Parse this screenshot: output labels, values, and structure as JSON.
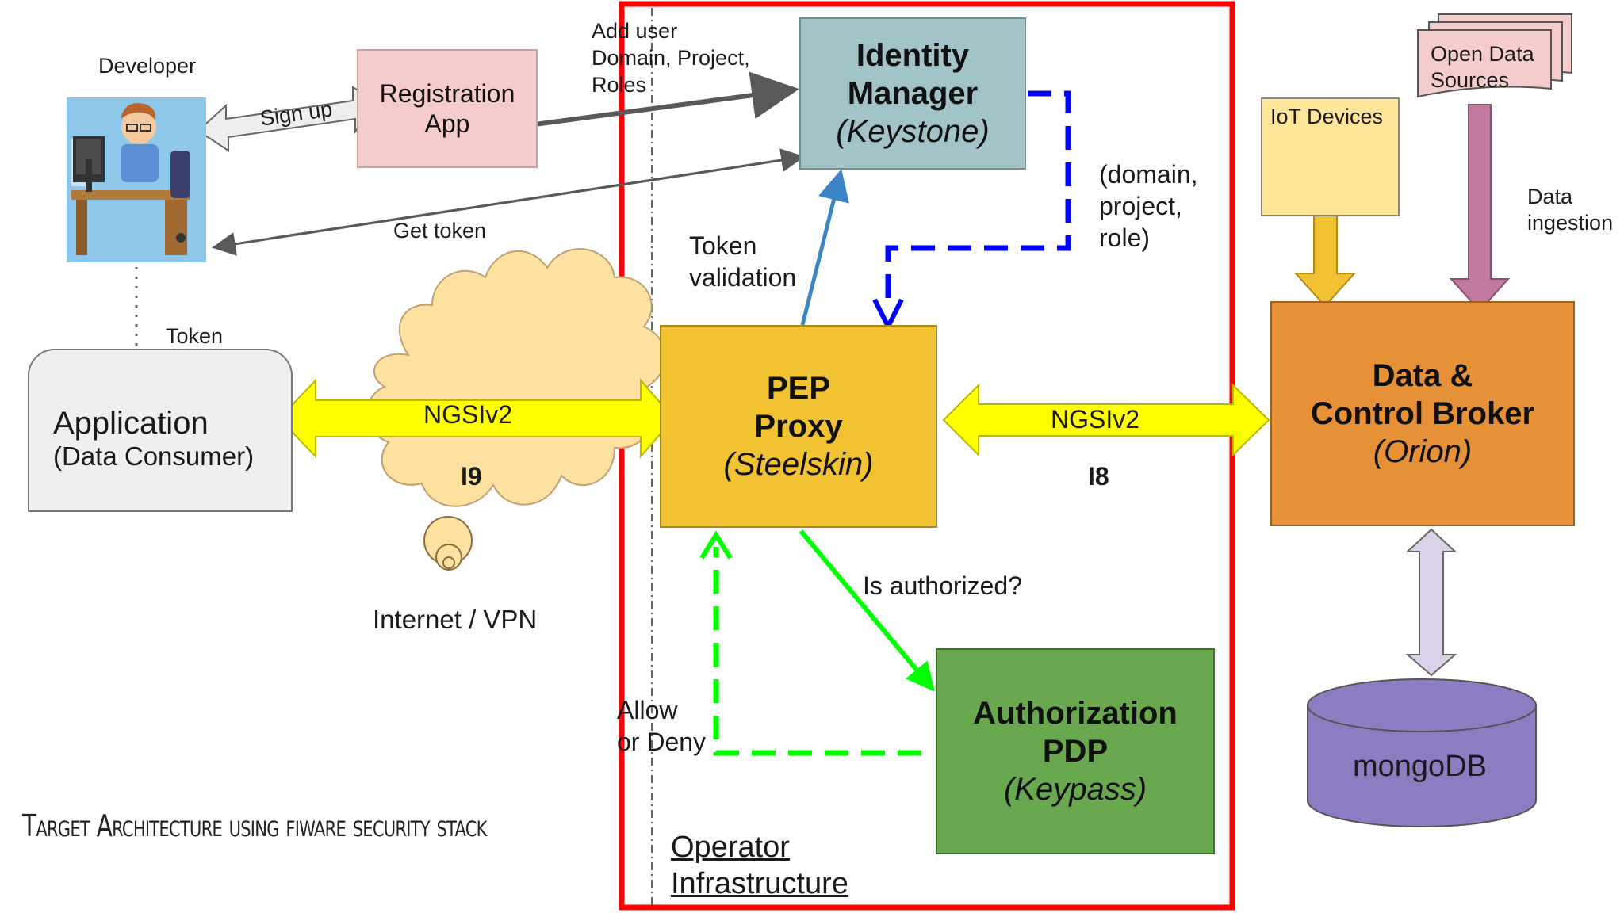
{
  "developer": {
    "label": "Developer"
  },
  "registration_app": {
    "line1": "Registration",
    "line2": "App"
  },
  "add_user_note": {
    "line1": "Add user",
    "line2": "Domain, Project,",
    "line3": "Roles"
  },
  "sign_up": {
    "label": "Sign up"
  },
  "get_token": {
    "label": "Get token"
  },
  "token_dev": {
    "label": "Token"
  },
  "identity_manager": {
    "line1": "Identity",
    "line2": "Manager",
    "line3": "(Keystone)"
  },
  "domain_note": {
    "line1": "(domain,",
    "line2": "project,",
    "line3": "role)"
  },
  "token_validation": {
    "line1": "Token",
    "line2": "validation"
  },
  "application": {
    "line1": "Application",
    "line2": "(Data Consumer)"
  },
  "cloud": {
    "ngsi": "NGSIv2",
    "interface": "I9",
    "caption": "Internet / VPN"
  },
  "pep_proxy": {
    "line1": "PEP",
    "line2": "Proxy",
    "line3": "(Steelskin)"
  },
  "right_link": {
    "ngsi": "NGSIv2",
    "interface": "I8"
  },
  "broker": {
    "line1": "Data &",
    "line2": "Control Broker",
    "line3": "(Orion)"
  },
  "iot": {
    "label": "IoT Devices"
  },
  "open_data": {
    "line1": "Open Data",
    "line2": "Sources"
  },
  "ingestion": {
    "line1": "Data",
    "line2": "ingestion"
  },
  "authorized_q": {
    "label": "Is authorized?"
  },
  "authz_pdp": {
    "line1": "Authorization",
    "line2": "PDP",
    "line3": "(Keypass)"
  },
  "allow_deny": {
    "line1": "Allow",
    "line2": "or Deny"
  },
  "operator": {
    "line1": "Operator",
    "line2": "Infrastructure"
  },
  "mongodb": {
    "label": "mongoDB"
  },
  "footer": {
    "caption": "Target Architecture using fiware security stack"
  },
  "colors": {
    "operator_border": "#ff0000",
    "identity": "#a2c4c9",
    "pep": "#f1c232",
    "broker": "#e69138",
    "pdp": "#6aa84f",
    "registration": "#f4cccc",
    "mongodb": "#8e7cc3",
    "ngsi_arrow": "#ffff00"
  }
}
